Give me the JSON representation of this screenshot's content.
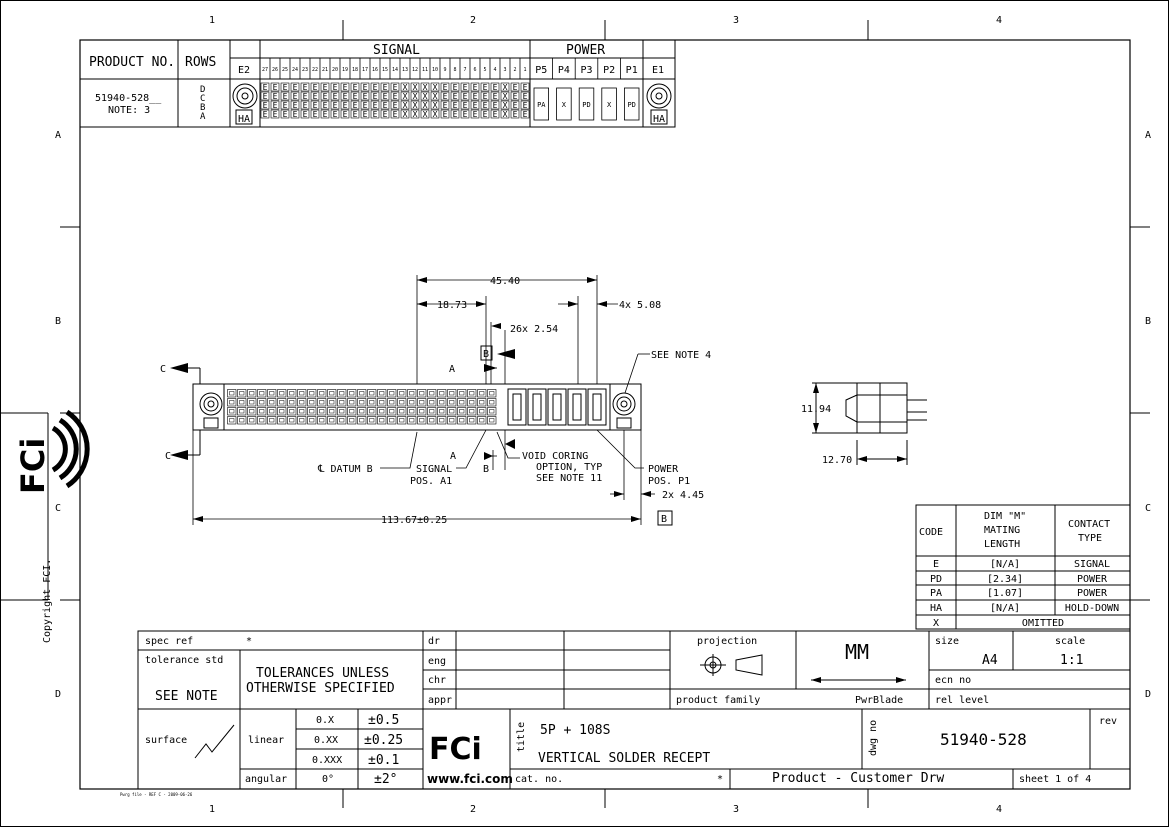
{
  "zones": {
    "cols": [
      "1",
      "2",
      "3",
      "4"
    ],
    "rows": [
      "A",
      "B",
      "C",
      "D"
    ]
  },
  "copyright": "Copyright FCI.",
  "logo": "FCi",
  "tiny_file_note": "Pwrg file - REF C - 2009-06-26",
  "signal_table": {
    "product_no_label": "PRODUCT NO.",
    "rows_label": "ROWS",
    "signal_label": "SIGNAL",
    "power_label": "POWER",
    "e2_label": "E2",
    "e1_label": "E1",
    "signal_positions": [
      "27",
      "26",
      "25",
      "24",
      "23",
      "22",
      "21",
      "20",
      "19",
      "18",
      "17",
      "16",
      "15",
      "14",
      "13",
      "12",
      "11",
      "10",
      "9",
      "8",
      "7",
      "6",
      "5",
      "4",
      "3",
      "2",
      "1"
    ],
    "power_positions": [
      "P5",
      "P4",
      "P3",
      "P2",
      "P1"
    ],
    "part_no": "51940-528__",
    "note": "NOTE: 3",
    "row_letters": [
      "D",
      "C",
      "B",
      "A"
    ],
    "row_codes": [
      "E",
      "E",
      "E",
      "E",
      "E",
      "E",
      "E",
      "E",
      "E",
      "E",
      "E",
      "E",
      "E",
      "E",
      "X",
      "X",
      "X",
      "X",
      "E",
      "E",
      "E",
      "E",
      "E",
      "E",
      "X",
      "E",
      "E"
    ],
    "power_codes": [
      "PA",
      "X",
      "PD",
      "X",
      "PD"
    ],
    "ha_label": "HA"
  },
  "dims": {
    "d1": "45.40",
    "d2": "18.73",
    "d3": "4x 5.08",
    "d4": "26x 2.54",
    "d5": "SEE NOTE 4",
    "d6": "11.94",
    "d7": "12.70",
    "d8": "113.67±0.25",
    "d9": "2x 4.45",
    "datum_b": "B",
    "c_label": "C",
    "a_label": "A",
    "b_label": "B",
    "datum_note": "℄ DATUM B",
    "signal_callout_1": "SIGNAL",
    "signal_callout_2": "POS. A1",
    "void_1": "VOID CORING",
    "void_2": "OPTION, TYP",
    "void_3": "SEE NOTE 11",
    "power_callout_1": "POWER",
    "power_callout_2": "POS. P1"
  },
  "code_table": {
    "headers": [
      "CODE",
      "DIM \"M\"",
      "MATING",
      "LENGTH",
      "CONTACT",
      "TYPE"
    ],
    "rows": [
      {
        "code": "E",
        "dim": "[N/A]",
        "type": "SIGNAL"
      },
      {
        "code": "PD",
        "dim": "[2.34]",
        "type": "POWER"
      },
      {
        "code": "PA",
        "dim": "[1.07]",
        "type": "POWER"
      },
      {
        "code": "HA",
        "dim": "[N/A]",
        "type": "HOLD-DOWN"
      },
      {
        "code": "X",
        "dim": "OMITTED",
        "type": ""
      }
    ]
  },
  "title_block": {
    "spec_ref": "spec ref",
    "spec_ref_val": "*",
    "tolerance_std": "tolerance std",
    "see_note": "SEE NOTE",
    "tol1": "TOLERANCES UNLESS",
    "tol2": "OTHERWISE SPECIFIED",
    "dr": "dr",
    "eng": "eng",
    "chr": "chr",
    "appr": "appr",
    "projection": "projection",
    "units": "MM",
    "product_family": "product family",
    "product_family_val": "PwrBlade",
    "size": "size",
    "size_val": "A4",
    "scale": "scale",
    "scale_val": "1:1",
    "ecn_no": "ecn no",
    "rel_level": "rel level",
    "surface": "surface",
    "linear": "linear",
    "angular": "angular",
    "tol_rows": [
      {
        "p": "0.X",
        "v": "±0.5"
      },
      {
        "p": "0.XX",
        "v": "±0.25"
      },
      {
        "p": "0.XXX",
        "v": "±0.1"
      }
    ],
    "angular_p": "0°",
    "angular_v": "±2°",
    "website": "www.fci.com",
    "title_label": "title",
    "title1": "5P + 108S",
    "title2": "VERTICAL SOLDER RECEPT",
    "dwg_no_label": "dwg no",
    "dwg_no": "51940-528",
    "rev": "rev",
    "cat_no": "cat. no.",
    "cat_no_val": "*",
    "drw_type": "Product - Customer Drw",
    "sheet": "sheet 1 of 4"
  }
}
